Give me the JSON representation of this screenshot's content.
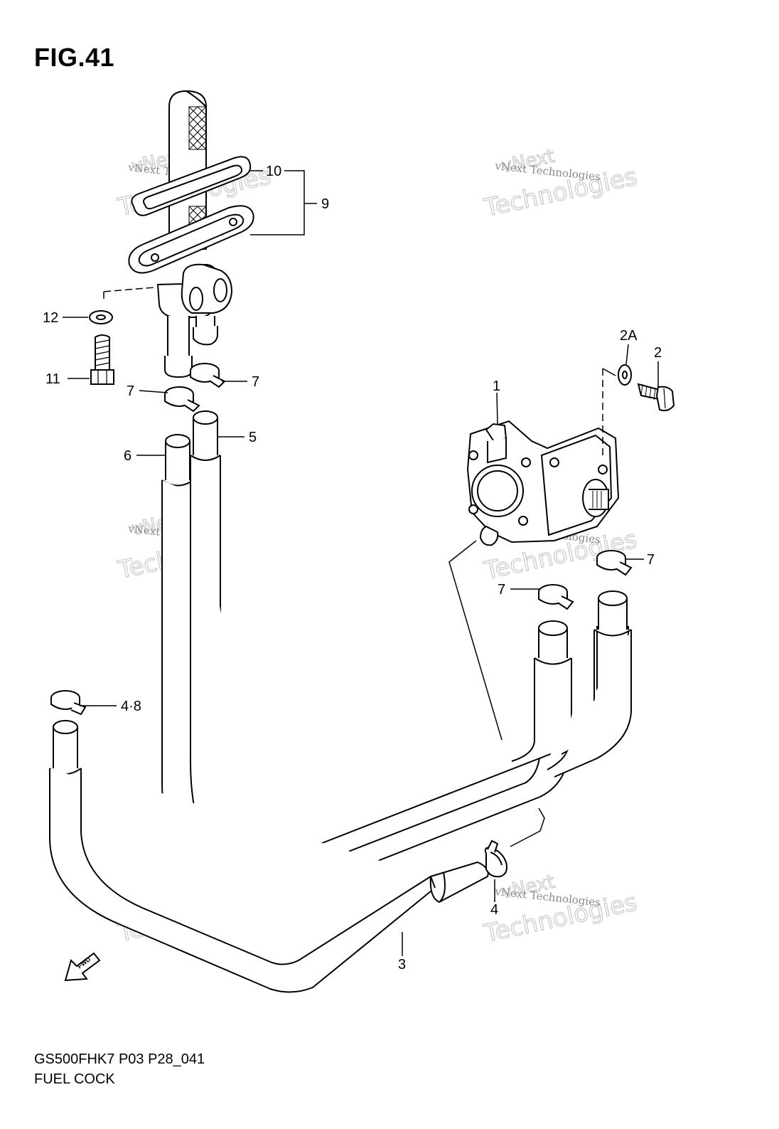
{
  "figure_label": "FIG.41",
  "model_code": "GS500FHK7 P03 P28_041",
  "section_name": "FUEL COCK",
  "direction_badge": "FWD",
  "watermark": {
    "line1": "vNext Technologies",
    "big_top": "vNext",
    "big_bottom": "Technologies"
  },
  "callouts": {
    "c1": "1",
    "c2": "2",
    "c2a": "2A",
    "c3": "3",
    "c4": "4",
    "c48": "4·8",
    "c5": "5",
    "c6": "6",
    "c7": "7",
    "c9": "9",
    "c10": "10",
    "c11": "11",
    "c12": "12"
  }
}
